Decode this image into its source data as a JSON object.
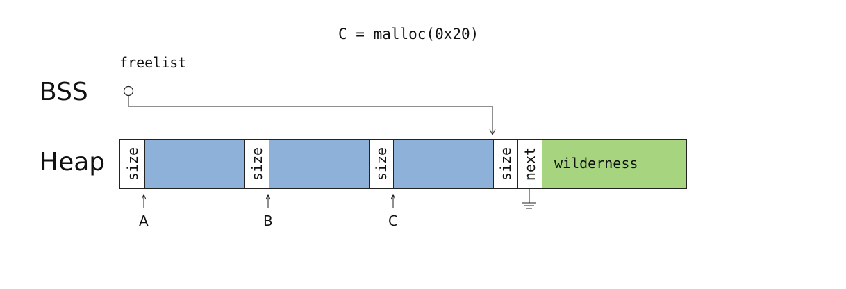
{
  "title": "C = malloc(0x20)",
  "bss": {
    "label": "BSS",
    "pointer_label": "freelist"
  },
  "heap": {
    "label": "Heap",
    "chunks": [
      {
        "header": "size"
      },
      {
        "header": "size"
      },
      {
        "header": "size"
      },
      {
        "header": "size",
        "next": "next"
      }
    ],
    "wilderness": "wilderness",
    "pointers": [
      "A",
      "B",
      "C"
    ]
  },
  "colors": {
    "payload": "#8eb1d9",
    "wilderness": "#a7d47e",
    "line": "#222222"
  }
}
